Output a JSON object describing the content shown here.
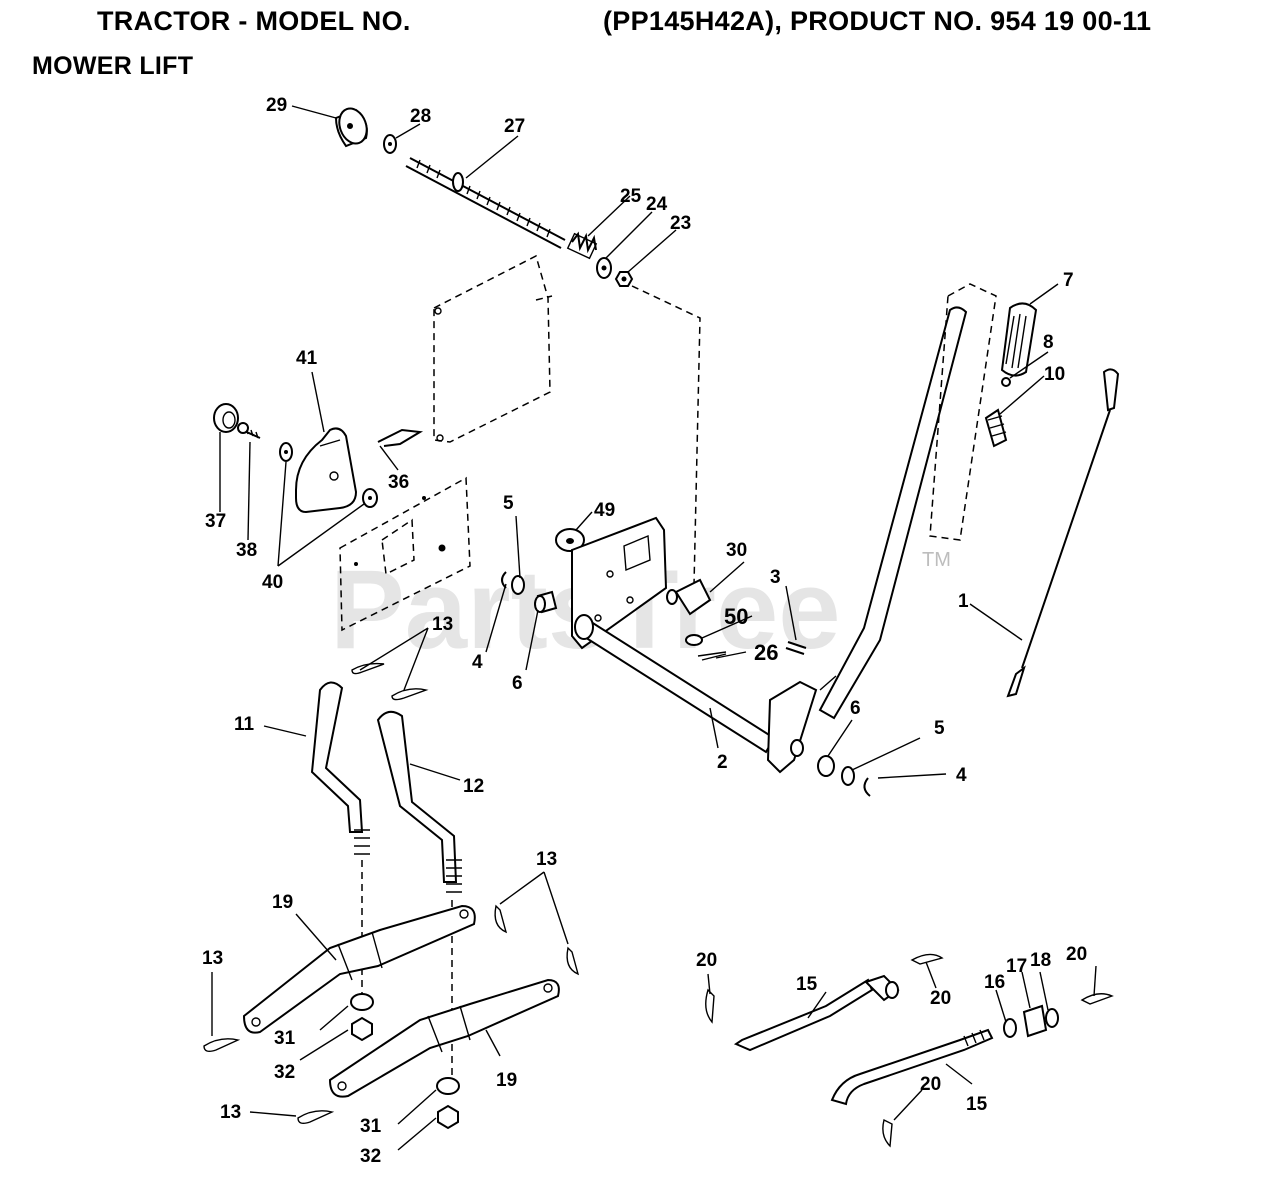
{
  "header": {
    "title_left": "TRACTOR - MODEL NO.",
    "title_right": "(PP145H42A), PRODUCT NO. 954 19 00-11",
    "subtitle": "MOWER LIFT"
  },
  "watermark": {
    "text": "PartsTree",
    "trademark": "TM"
  },
  "callouts": {
    "c1": "1",
    "c2": "2",
    "c3": "3",
    "c4a": "4",
    "c4b": "4",
    "c5a": "5",
    "c5b": "5",
    "c6a": "6",
    "c6b": "6",
    "c7": "7",
    "c8": "8",
    "c10": "10",
    "c11": "11",
    "c12": "12",
    "c13a": "13",
    "c13b": "13",
    "c13c": "13",
    "c13d": "13",
    "c15a": "15",
    "c15b": "15",
    "c16": "16",
    "c17": "17",
    "c18": "18",
    "c19a": "19",
    "c19b": "19",
    "c20a": "20",
    "c20b": "20",
    "c20c": "20",
    "c20d": "20",
    "c23": "23",
    "c24": "24",
    "c25": "25",
    "c26": "26",
    "c27": "27",
    "c28": "28",
    "c29": "29",
    "c30": "30",
    "c31a": "31",
    "c31b": "31",
    "c32a": "32",
    "c32b": "32",
    "c36": "36",
    "c37": "37",
    "c38": "38",
    "c40": "40",
    "c41": "41",
    "c49": "49",
    "c50": "50"
  },
  "colors": {
    "ink": "#000000",
    "watermark": "#cfcfcf",
    "background": "#ffffff"
  }
}
